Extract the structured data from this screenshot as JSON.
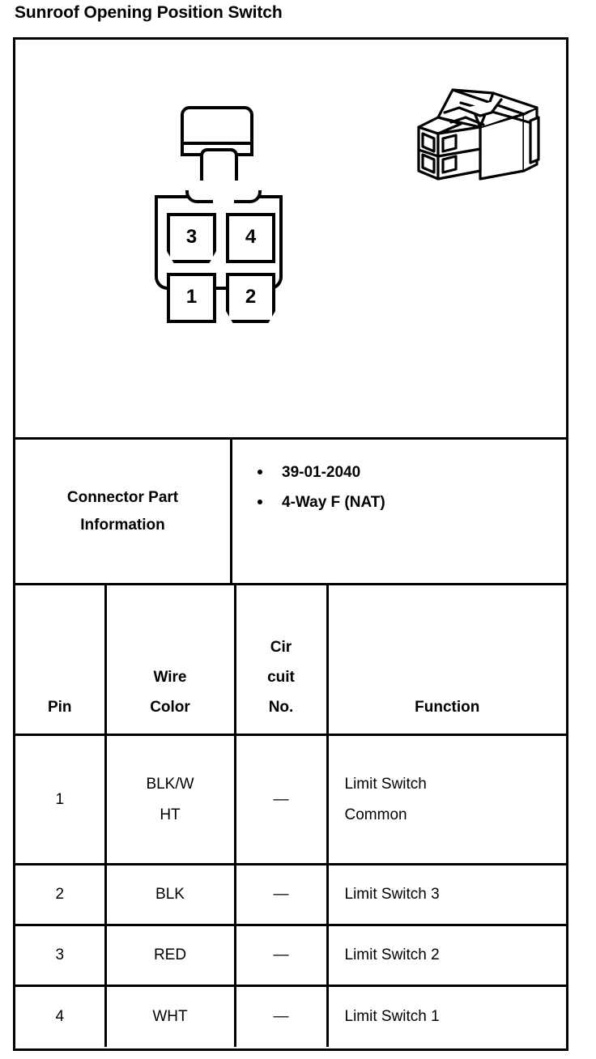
{
  "title": "Sunroof Opening Position Switch",
  "connector_diagram": {
    "view_face_name": "connector-face-view",
    "view_iso_name": "connector-isometric-view",
    "cavities": [
      {
        "number": "3",
        "position": "top-left",
        "keyed": true
      },
      {
        "number": "4",
        "position": "top-right",
        "keyed": false
      },
      {
        "number": "1",
        "position": "bottom-left",
        "keyed": false
      },
      {
        "number": "2",
        "position": "bottom-right",
        "keyed": true
      }
    ]
  },
  "connector_part_information": {
    "label_line1": "Connector Part",
    "label_line2": "Information",
    "items": [
      "39-01-2040",
      "4-Way F (NAT)"
    ]
  },
  "wiring_table": {
    "headers": {
      "pin": "Pin",
      "wire_color_line1": "Wire",
      "wire_color_line2": "Color",
      "circuit_no_line1": "Cir",
      "circuit_no_line2": "cuit",
      "circuit_no_line3": "No.",
      "function": "Function"
    },
    "rows": [
      {
        "pin": "1",
        "wire_color_line1": "BLK/W",
        "wire_color_line2": "HT",
        "circuit_no": "—",
        "function_line1": "Limit Switch",
        "function_line2": "Common"
      },
      {
        "pin": "2",
        "wire_color_line1": "BLK",
        "wire_color_line2": "",
        "circuit_no": "—",
        "function_line1": "Limit Switch 3",
        "function_line2": ""
      },
      {
        "pin": "3",
        "wire_color_line1": "RED",
        "wire_color_line2": "",
        "circuit_no": "—",
        "function_line1": "Limit Switch 2",
        "function_line2": ""
      },
      {
        "pin": "4",
        "wire_color_line1": "WHT",
        "wire_color_line2": "",
        "circuit_no": "—",
        "function_line1": "Limit Switch 1",
        "function_line2": ""
      }
    ]
  },
  "colors": {
    "ink": "#000000",
    "paper": "#ffffff"
  }
}
